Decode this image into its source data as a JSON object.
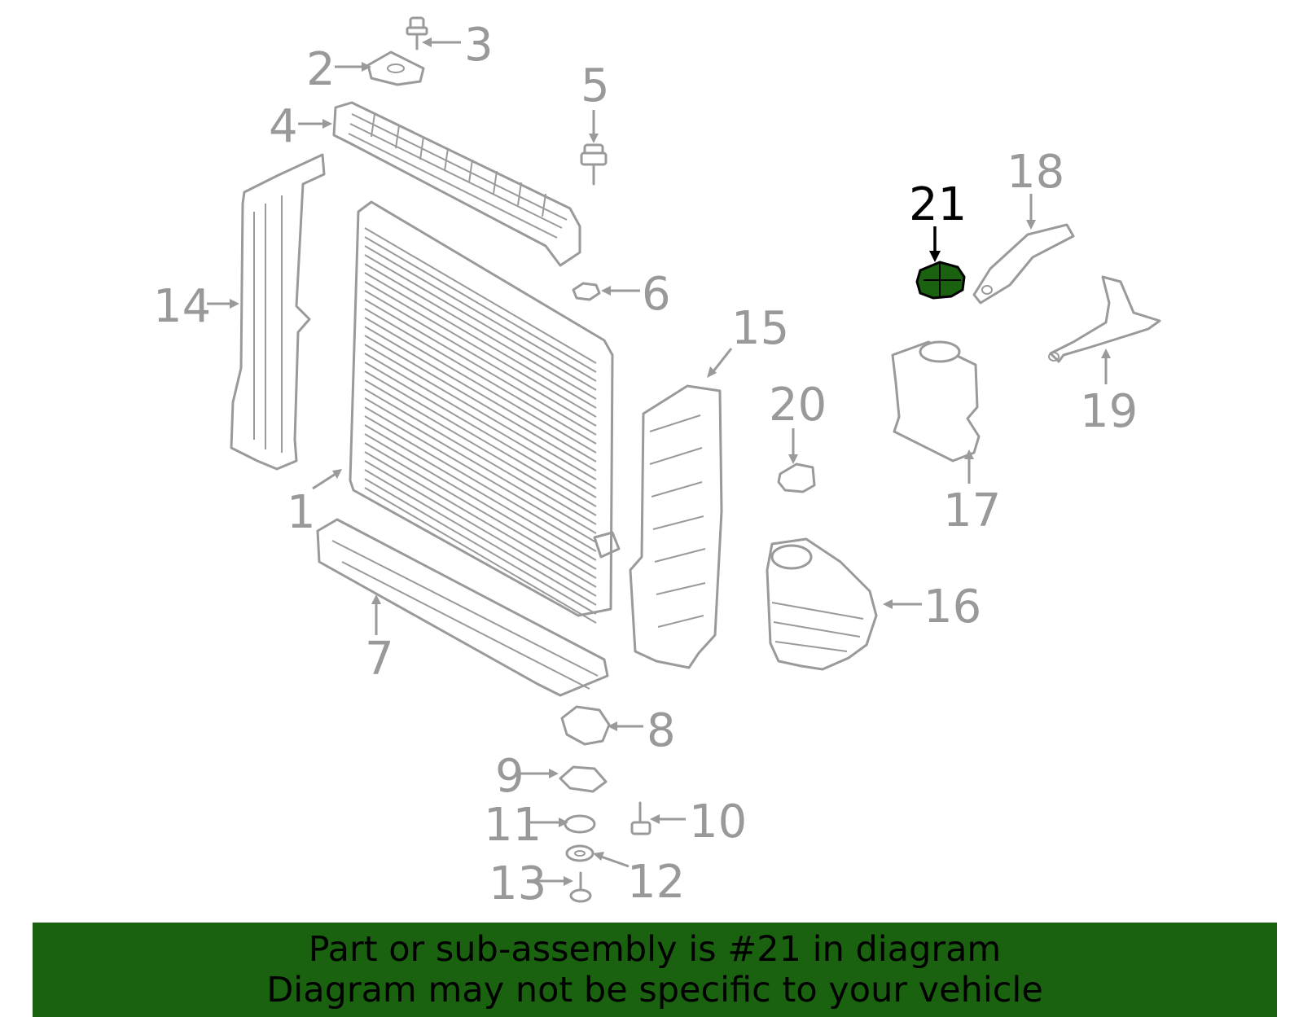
{
  "highlight": {
    "part_number": "21",
    "color": "#1a6210",
    "outline_color": "#000000"
  },
  "parts_color": "#9a9a9a",
  "callouts": [
    {
      "id": "1",
      "label": "1"
    },
    {
      "id": "2",
      "label": "2"
    },
    {
      "id": "3",
      "label": "3"
    },
    {
      "id": "4",
      "label": "4"
    },
    {
      "id": "5",
      "label": "5"
    },
    {
      "id": "6",
      "label": "6"
    },
    {
      "id": "7",
      "label": "7"
    },
    {
      "id": "8",
      "label": "8"
    },
    {
      "id": "9",
      "label": "9"
    },
    {
      "id": "10",
      "label": "10"
    },
    {
      "id": "11",
      "label": "11"
    },
    {
      "id": "12",
      "label": "12"
    },
    {
      "id": "13",
      "label": "13"
    },
    {
      "id": "14",
      "label": "14"
    },
    {
      "id": "15",
      "label": "15"
    },
    {
      "id": "16",
      "label": "16"
    },
    {
      "id": "17",
      "label": "17"
    },
    {
      "id": "18",
      "label": "18"
    },
    {
      "id": "19",
      "label": "19"
    },
    {
      "id": "20",
      "label": "20"
    },
    {
      "id": "21",
      "label": "21"
    }
  ],
  "banner": {
    "line1": "Part or sub-assembly is #21 in diagram",
    "line2": "Diagram may not be specific to your vehicle",
    "background": "#1a6210"
  }
}
